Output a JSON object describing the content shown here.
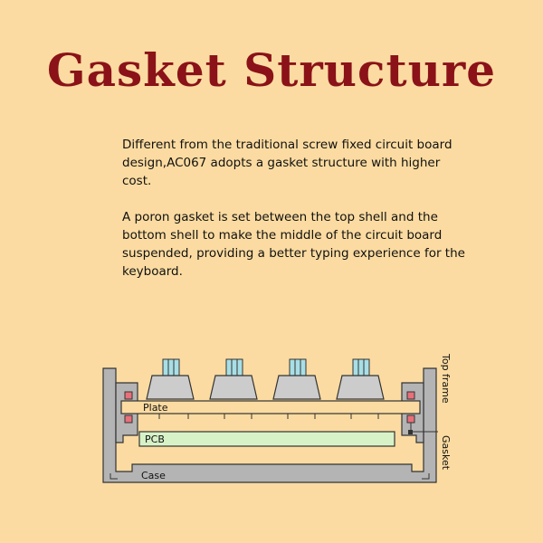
{
  "title": "Gasket Structure",
  "paragraphs": [
    "Different from the traditional screw fixed circuit board design,AC067 adopts a gasket structure with higher cost.",
    "A poron gasket is set between the top shell and the bottom shell to make the middle of the circuit board suspended, providing a better typing experience for the keyboard."
  ],
  "diagram": {
    "labels": {
      "top_frame": "Top frame",
      "plate": "Plate",
      "pcb": "PCB",
      "gasket": "Gasket",
      "case": "Case"
    },
    "colors": {
      "frame": "#b4b4b4",
      "plate": "#fbdba1",
      "pcb": "#d8f2c8",
      "gasket": "#e8707a",
      "keycap": "#cccccc",
      "stem": "#a8dfe6"
    }
  }
}
